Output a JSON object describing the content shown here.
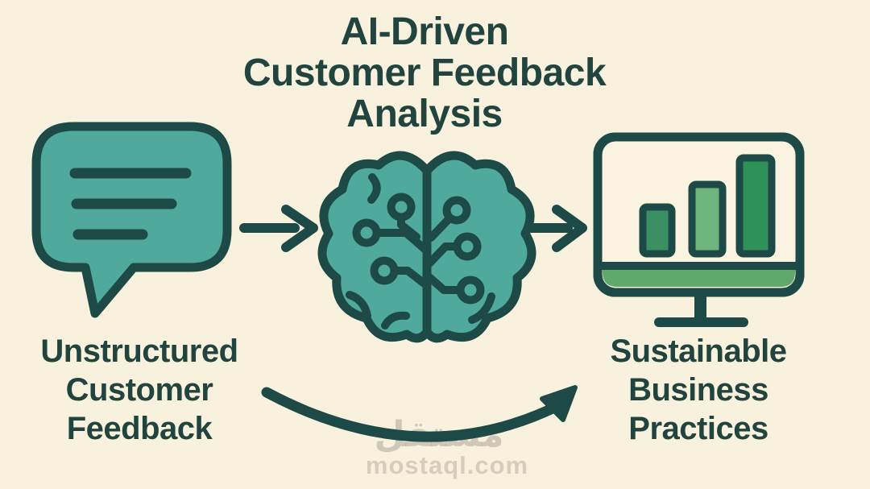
{
  "title": {
    "lines": [
      "AI-Driven",
      "Customer Feedback",
      "Analysis"
    ]
  },
  "flow": {
    "left_label": {
      "lines": [
        "Unstructured",
        "Customer",
        "Feedback"
      ]
    },
    "right_label": {
      "lines": [
        "Sustainable",
        "Business",
        "Practices"
      ]
    }
  },
  "icons": {
    "speech_bubble": "speech-bubble-icon",
    "brain": "ai-circuit-brain-icon",
    "monitor": "bar-chart-monitor-icon",
    "arrow_left": "right-arrow-icon",
    "arrow_right": "right-arrow-icon",
    "curved_arrow": "curved-right-arrow-icon"
  },
  "watermark": {
    "arabic": "مستقل",
    "site": "mostaql.com"
  },
  "colors": {
    "background": "#f8f1de",
    "outline": "#1d4a46",
    "text": "#21443f",
    "teal_fill": "#4fa99c",
    "bar_green_1": "#3a9063",
    "bar_green_2": "#6db57c",
    "bar_green_3": "#2e9158",
    "monitor_strip_green": "#5ea96b",
    "watermark_gray": "#c9c2b4"
  }
}
